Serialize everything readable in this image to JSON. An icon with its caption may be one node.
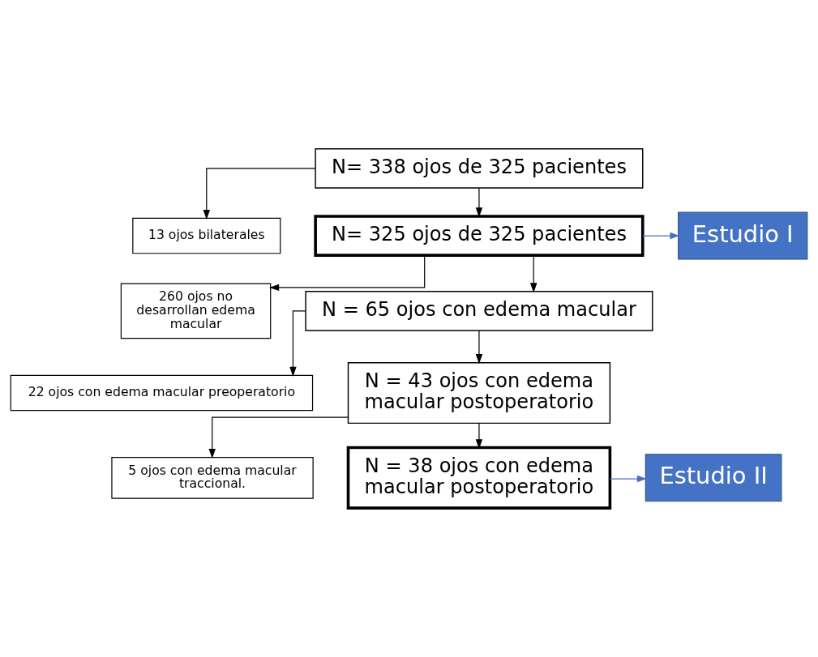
{
  "diagram": {
    "nodes": [
      {
        "text": [
          "N= 338 ojos de 325 pacientes"
        ]
      },
      {
        "text": [
          "13 ojos bilaterales"
        ]
      },
      {
        "text": [
          "Estudio I"
        ]
      },
      {
        "text": [
          "N= 325 ojos de 325 pacientes"
        ]
      },
      {
        "text": [
          "260 ojos no desarrollan edema macular"
        ]
      },
      {
        "text": [
          "N = 65 ojos con edema macular"
        ]
      },
      {
        "text": [
          "22 ojos con edema macular preoperatorio"
        ]
      },
      {
        "text": [
          "N = 43 ojos con edema macular postoperatorio"
        ]
      },
      {
        "text": [
          "5 ojos con edema macular traccional."
        ]
      },
      {
        "text": [
          "N = 38 ojos con edema macular postoperatorio"
        ]
      },
      {
        "text": [
          "Estudio II"
        ]
      }
    ],
    "edges": [
      {
        "from": 0,
        "to": 1,
        "arrow": "to"
      },
      {
        "from": 0,
        "to": 3,
        "arrow": "to"
      },
      {
        "from": 3,
        "to": 2,
        "arrow": "to",
        "color": "#4472c4"
      },
      {
        "from": 3,
        "to": 4,
        "arrow": "to"
      },
      {
        "from": 3,
        "to": 5,
        "arrow": "to"
      },
      {
        "from": 5,
        "to": 6,
        "arrow": "to"
      },
      {
        "from": 5,
        "to": 7,
        "arrow": "to"
      },
      {
        "from": 7,
        "to": 8,
        "arrow": "to"
      },
      {
        "from": 7,
        "to": 9,
        "arrow": "to"
      },
      {
        "from": 9,
        "to": 10,
        "arrow": "to",
        "color": "#4472c4"
      }
    ]
  }
}
